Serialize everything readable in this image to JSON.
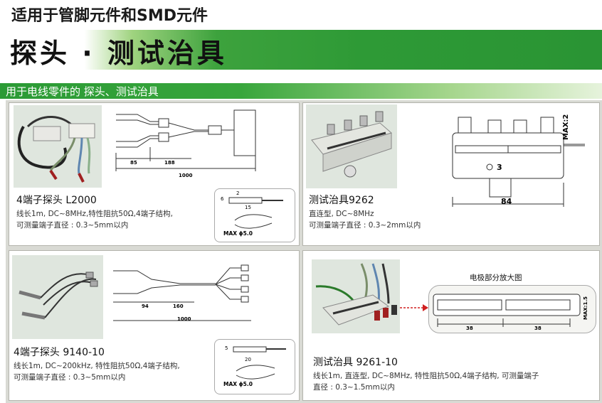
{
  "header": {
    "title_line1": "适用于管脚元件和SMD元件",
    "title_line2": "探头 · 测试治具"
  },
  "section": {
    "title": "用于电线零件的 探头、测试治具"
  },
  "products": [
    {
      "name": "4端子探头 L2000",
      "desc_line1": "线长1m, DC~8MHz,特性阻抗50Ω,4端子结构,",
      "desc_line2": "可测量端子直径 : 0.3~5mm以内",
      "dims": {
        "d1": "85",
        "d2": "188",
        "total": "1000"
      },
      "inset": {
        "d_len": "15",
        "d_height": "6",
        "d_height2": "2",
        "max": "MAX ɸ5.0"
      }
    },
    {
      "name": "测试治具9262",
      "desc_line1": "直连型, DC~8MHz",
      "desc_line2": "可测量端子直径 : 0.3~2mm以内",
      "dims": {
        "max": "MAX:2",
        "small": "3",
        "width": "84"
      }
    },
    {
      "name": "4端子探头 9140-10",
      "desc_line1": "线长1m, DC~200kHz, 特性阻抗50Ω,4端子结构,",
      "desc_line2": "可测量端子直径 : 0.3~5mm以内",
      "dims": {
        "d1": "94",
        "d2": "160",
        "total": "1000"
      },
      "inset": {
        "d_len": "20",
        "d_height": "5",
        "max": "MAX ɸ5.0"
      }
    },
    {
      "name": "测试治具 9261-10",
      "desc_line1": "线长1m, 直连型, DC~8MHz, 特性阻抗50Ω,4端子结构, 可测量端子",
      "desc_line2": "直径 : 0.3~1.5mm以内",
      "detail": {
        "title": "电极部分放大图",
        "left": "38",
        "right": "38",
        "max": "MAX:1.5"
      }
    }
  ]
}
